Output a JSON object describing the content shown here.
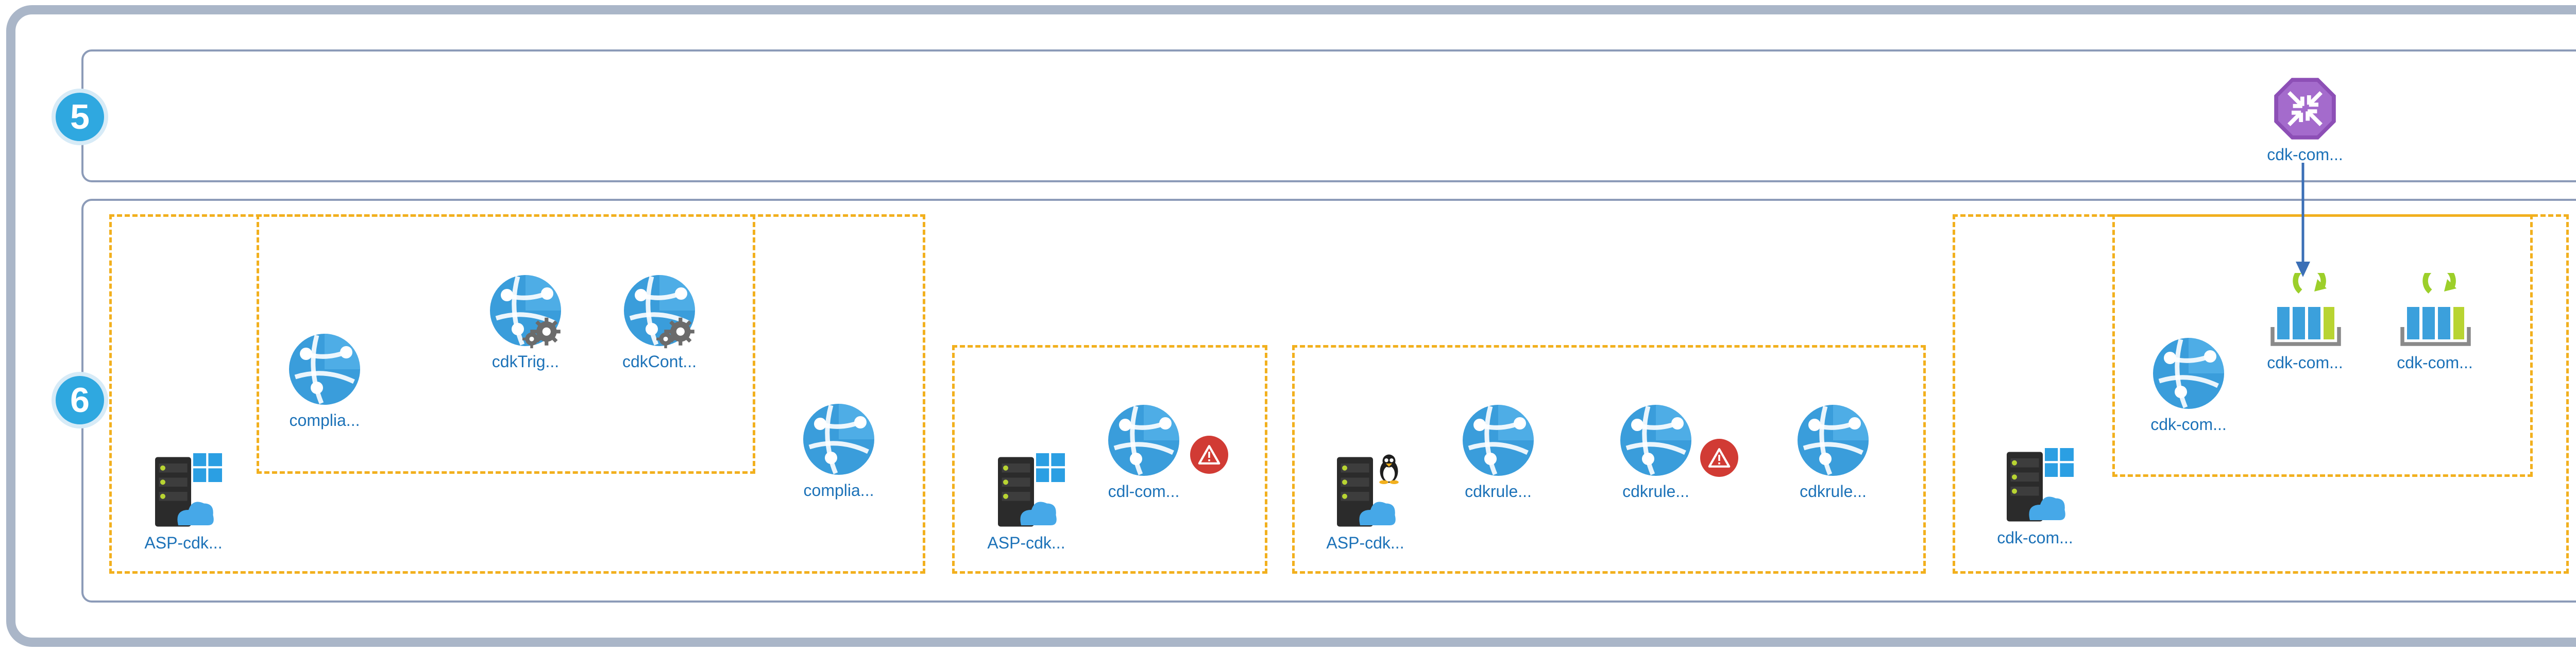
{
  "lanes": [
    {
      "number": "5"
    },
    {
      "number": "6"
    }
  ],
  "nodes": {
    "cdk_com_top": {
      "label": "cdk-com...",
      "icon": "network-virtual-appliance-icon"
    },
    "complia_1": {
      "label": "complia...",
      "icon": "app-service-icon"
    },
    "cdktrig": {
      "label": "cdkTrig...",
      "icon": "function-app-icon"
    },
    "cdkcont": {
      "label": "cdkCont...",
      "icon": "function-app-icon"
    },
    "complia_2": {
      "label": "complia...",
      "icon": "app-service-icon"
    },
    "asp_cdk_1": {
      "label": "ASP-cdk...",
      "icon": "windows-app-service-plan-icon"
    },
    "cdl_com": {
      "label": "cdl-com...",
      "icon": "app-service-icon",
      "alert": true
    },
    "asp_cdk_2": {
      "label": "ASP-cdk...",
      "icon": "windows-app-service-plan-icon"
    },
    "cdkrule_1": {
      "label": "cdkrule...",
      "icon": "app-service-icon"
    },
    "cdkrule_2": {
      "label": "cdkrule...",
      "icon": "app-service-icon",
      "alert": true
    },
    "cdkrule_3": {
      "label": "cdkrule...",
      "icon": "app-service-icon"
    },
    "asp_cdk_3": {
      "label": "ASP-cdk...",
      "icon": "linux-app-service-plan-icon"
    },
    "cdk_com_app": {
      "label": "cdk-com...",
      "icon": "app-service-icon"
    },
    "cdk_com_q1": {
      "label": "cdk-com...",
      "icon": "storage-queue-icon"
    },
    "cdk_com_q2": {
      "label": "cdk-com...",
      "icon": "storage-queue-icon"
    },
    "cdk_com_plan": {
      "label": "cdk-com...",
      "icon": "windows-app-service-plan-icon"
    }
  },
  "colors": {
    "frame": "#aab6c8",
    "lane_border": "#8c9bb8",
    "badge": "#2fa8e0",
    "group_dash": "#f2b01e",
    "label": "#1c72b8",
    "alert": "#d13b34",
    "arrow": "#3b6fb6"
  }
}
